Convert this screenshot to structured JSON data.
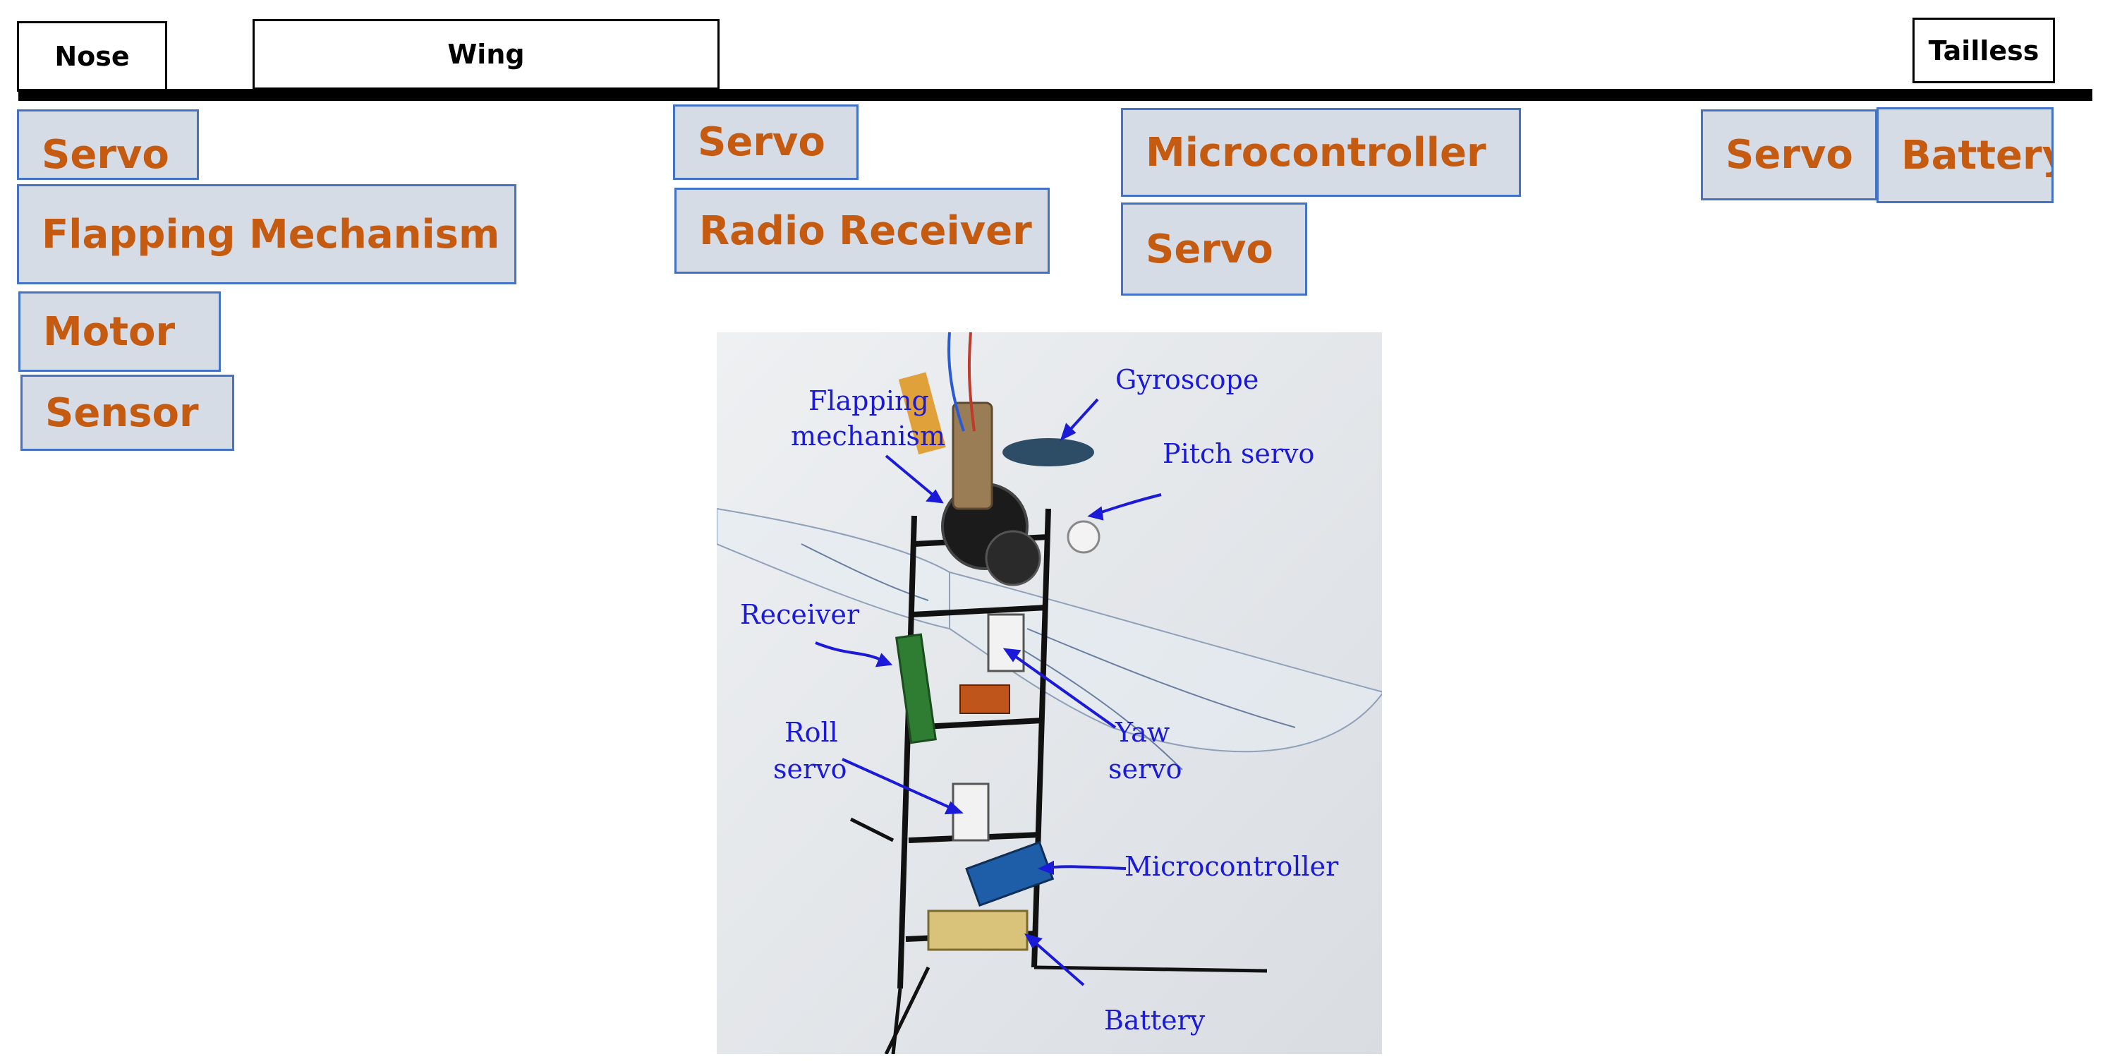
{
  "headers": {
    "nose": "Nose",
    "wing": "Wing",
    "tailless": "Tailless"
  },
  "components": {
    "nose": [
      "Servo",
      "Flapping Mechanism",
      "Motor",
      "Sensor"
    ],
    "wing": [
      "Servo",
      "Radio Receiver"
    ],
    "middle": [
      "Microcontroller",
      "Servo"
    ],
    "tail": [
      "Servo",
      "Battery"
    ]
  },
  "photo_labels": {
    "flapping_1": "Flapping",
    "flapping_2": "mechanism",
    "gyroscope": "Gyroscope",
    "pitch_servo": "Pitch servo",
    "receiver": "Receiver",
    "roll_1": "Roll",
    "roll_2": "servo",
    "yaw_1": "Yaw",
    "yaw_2": "servo",
    "microcontroller": "Microcontroller",
    "battery": "Battery"
  },
  "colors": {
    "box_fill": "#d6dce5",
    "box_border": "#4472c4",
    "box_text": "#c55a11",
    "label_text": "#1a1ad8"
  }
}
